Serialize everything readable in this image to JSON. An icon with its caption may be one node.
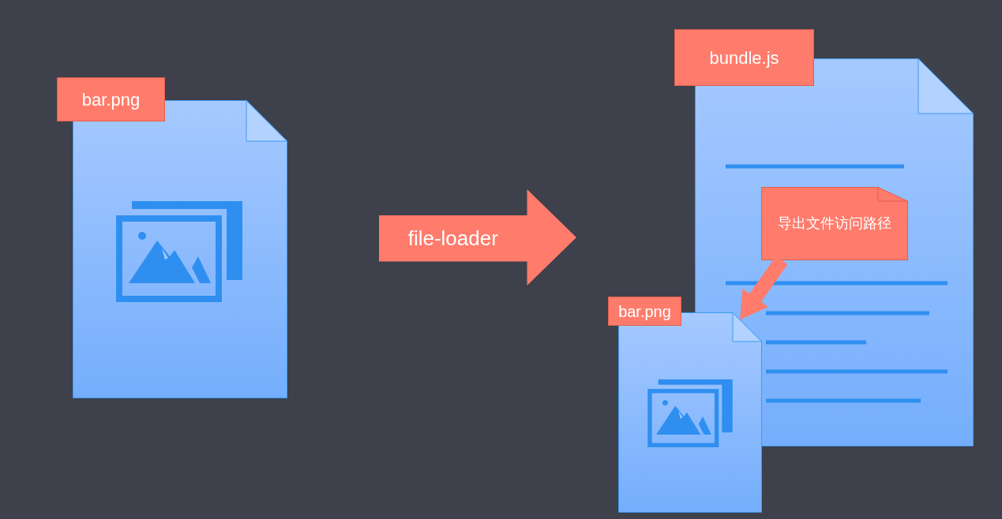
{
  "diagram": {
    "nodes": [
      {
        "text": [
          "bar.png"
        ]
      },
      {
        "text": [
          "file-loader"
        ]
      },
      {
        "text": [
          "bundle.js"
        ]
      },
      {
        "text": [
          "导出文件访问路径"
        ],
        "in": 2
      },
      {
        "text": [
          "bar.png"
        ]
      }
    ],
    "edges": [
      {
        "from": 3,
        "to": 4,
        "arrow": "to",
        "style": "thick"
      }
    ]
  }
}
